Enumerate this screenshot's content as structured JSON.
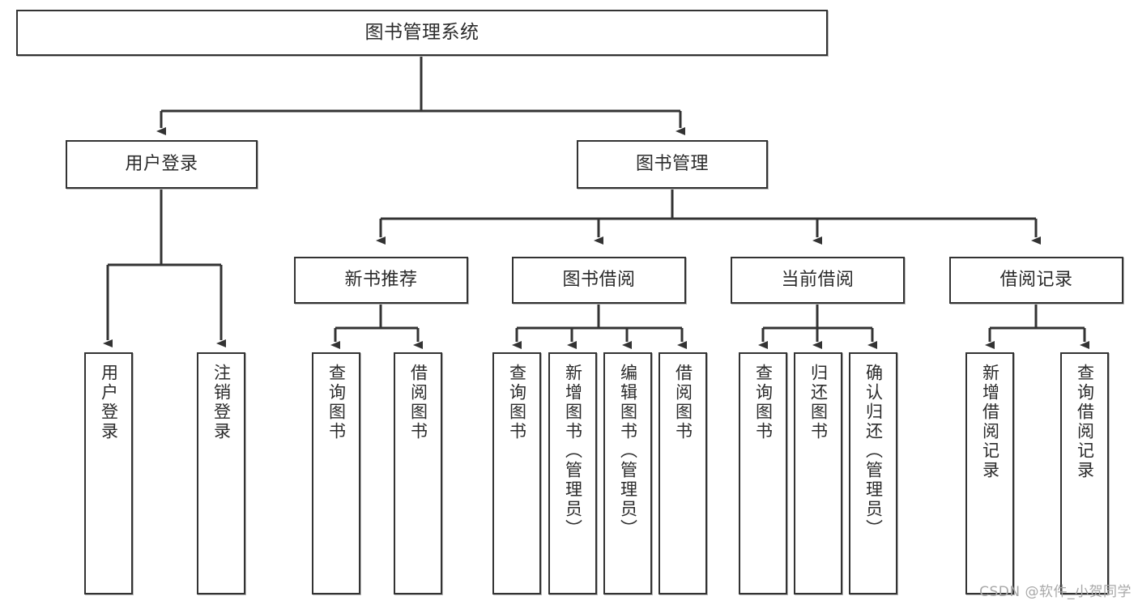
{
  "diagram": {
    "title": "图书管理系统",
    "type": "tree",
    "watermark": "CSDN @软件_小贺同学",
    "colors": {
      "stroke": "#333333",
      "box_fill": "#ffffff",
      "text": "#2b2b2b",
      "watermark": "#a8a8a8",
      "background": "#ffffff"
    },
    "nodes": {
      "root": {
        "label": "图书管理系统",
        "level": 1
      },
      "user_login": {
        "label": "用户登录",
        "level": 2
      },
      "book_manage": {
        "label": "图书管理",
        "level": 2
      },
      "new_book_rec": {
        "label": "新书推荐",
        "level": 3
      },
      "book_borrow": {
        "label": "图书借阅",
        "level": 3
      },
      "current_borrow": {
        "label": "当前借阅",
        "level": 3
      },
      "borrow_record": {
        "label": "借阅记录",
        "level": 3
      },
      "leaf_user_login": {
        "label": "用户登录",
        "level": 4
      },
      "leaf_logout": {
        "label": "注销登录",
        "level": 4
      },
      "leaf_query_book_1": {
        "label": "查询图书",
        "level": 4
      },
      "leaf_borrow_book_1": {
        "label": "借阅图书",
        "level": 4
      },
      "leaf_query_book_2": {
        "label": "查询图书",
        "level": 4
      },
      "leaf_add_book": {
        "label": "新增图书（管理员）",
        "level": 4
      },
      "leaf_edit_book": {
        "label": "编辑图书（管理员）",
        "level": 4
      },
      "leaf_borrow_book_2": {
        "label": "借阅图书",
        "level": 4
      },
      "leaf_query_book_3": {
        "label": "查询图书",
        "level": 4
      },
      "leaf_return_book": {
        "label": "归还图书",
        "level": 4
      },
      "leaf_confirm_return": {
        "label": "确认归还（管理员）",
        "level": 4
      },
      "leaf_add_record": {
        "label": "新增借阅记录",
        "level": 4
      },
      "leaf_query_record": {
        "label": "查询借阅记录",
        "level": 4
      }
    },
    "edges": [
      {
        "from": "root",
        "to": "user_login"
      },
      {
        "from": "root",
        "to": "book_manage"
      },
      {
        "from": "user_login",
        "to": "leaf_user_login"
      },
      {
        "from": "user_login",
        "to": "leaf_logout"
      },
      {
        "from": "book_manage",
        "to": "new_book_rec"
      },
      {
        "from": "book_manage",
        "to": "book_borrow"
      },
      {
        "from": "book_manage",
        "to": "current_borrow"
      },
      {
        "from": "book_manage",
        "to": "borrow_record"
      },
      {
        "from": "new_book_rec",
        "to": "leaf_query_book_1"
      },
      {
        "from": "new_book_rec",
        "to": "leaf_borrow_book_1"
      },
      {
        "from": "book_borrow",
        "to": "leaf_query_book_2"
      },
      {
        "from": "book_borrow",
        "to": "leaf_add_book"
      },
      {
        "from": "book_borrow",
        "to": "leaf_edit_book"
      },
      {
        "from": "book_borrow",
        "to": "leaf_borrow_book_2"
      },
      {
        "from": "current_borrow",
        "to": "leaf_query_book_3"
      },
      {
        "from": "current_borrow",
        "to": "leaf_return_book"
      },
      {
        "from": "current_borrow",
        "to": "leaf_confirm_return"
      },
      {
        "from": "borrow_record",
        "to": "leaf_add_record"
      },
      {
        "from": "borrow_record",
        "to": "leaf_query_record"
      }
    ]
  }
}
